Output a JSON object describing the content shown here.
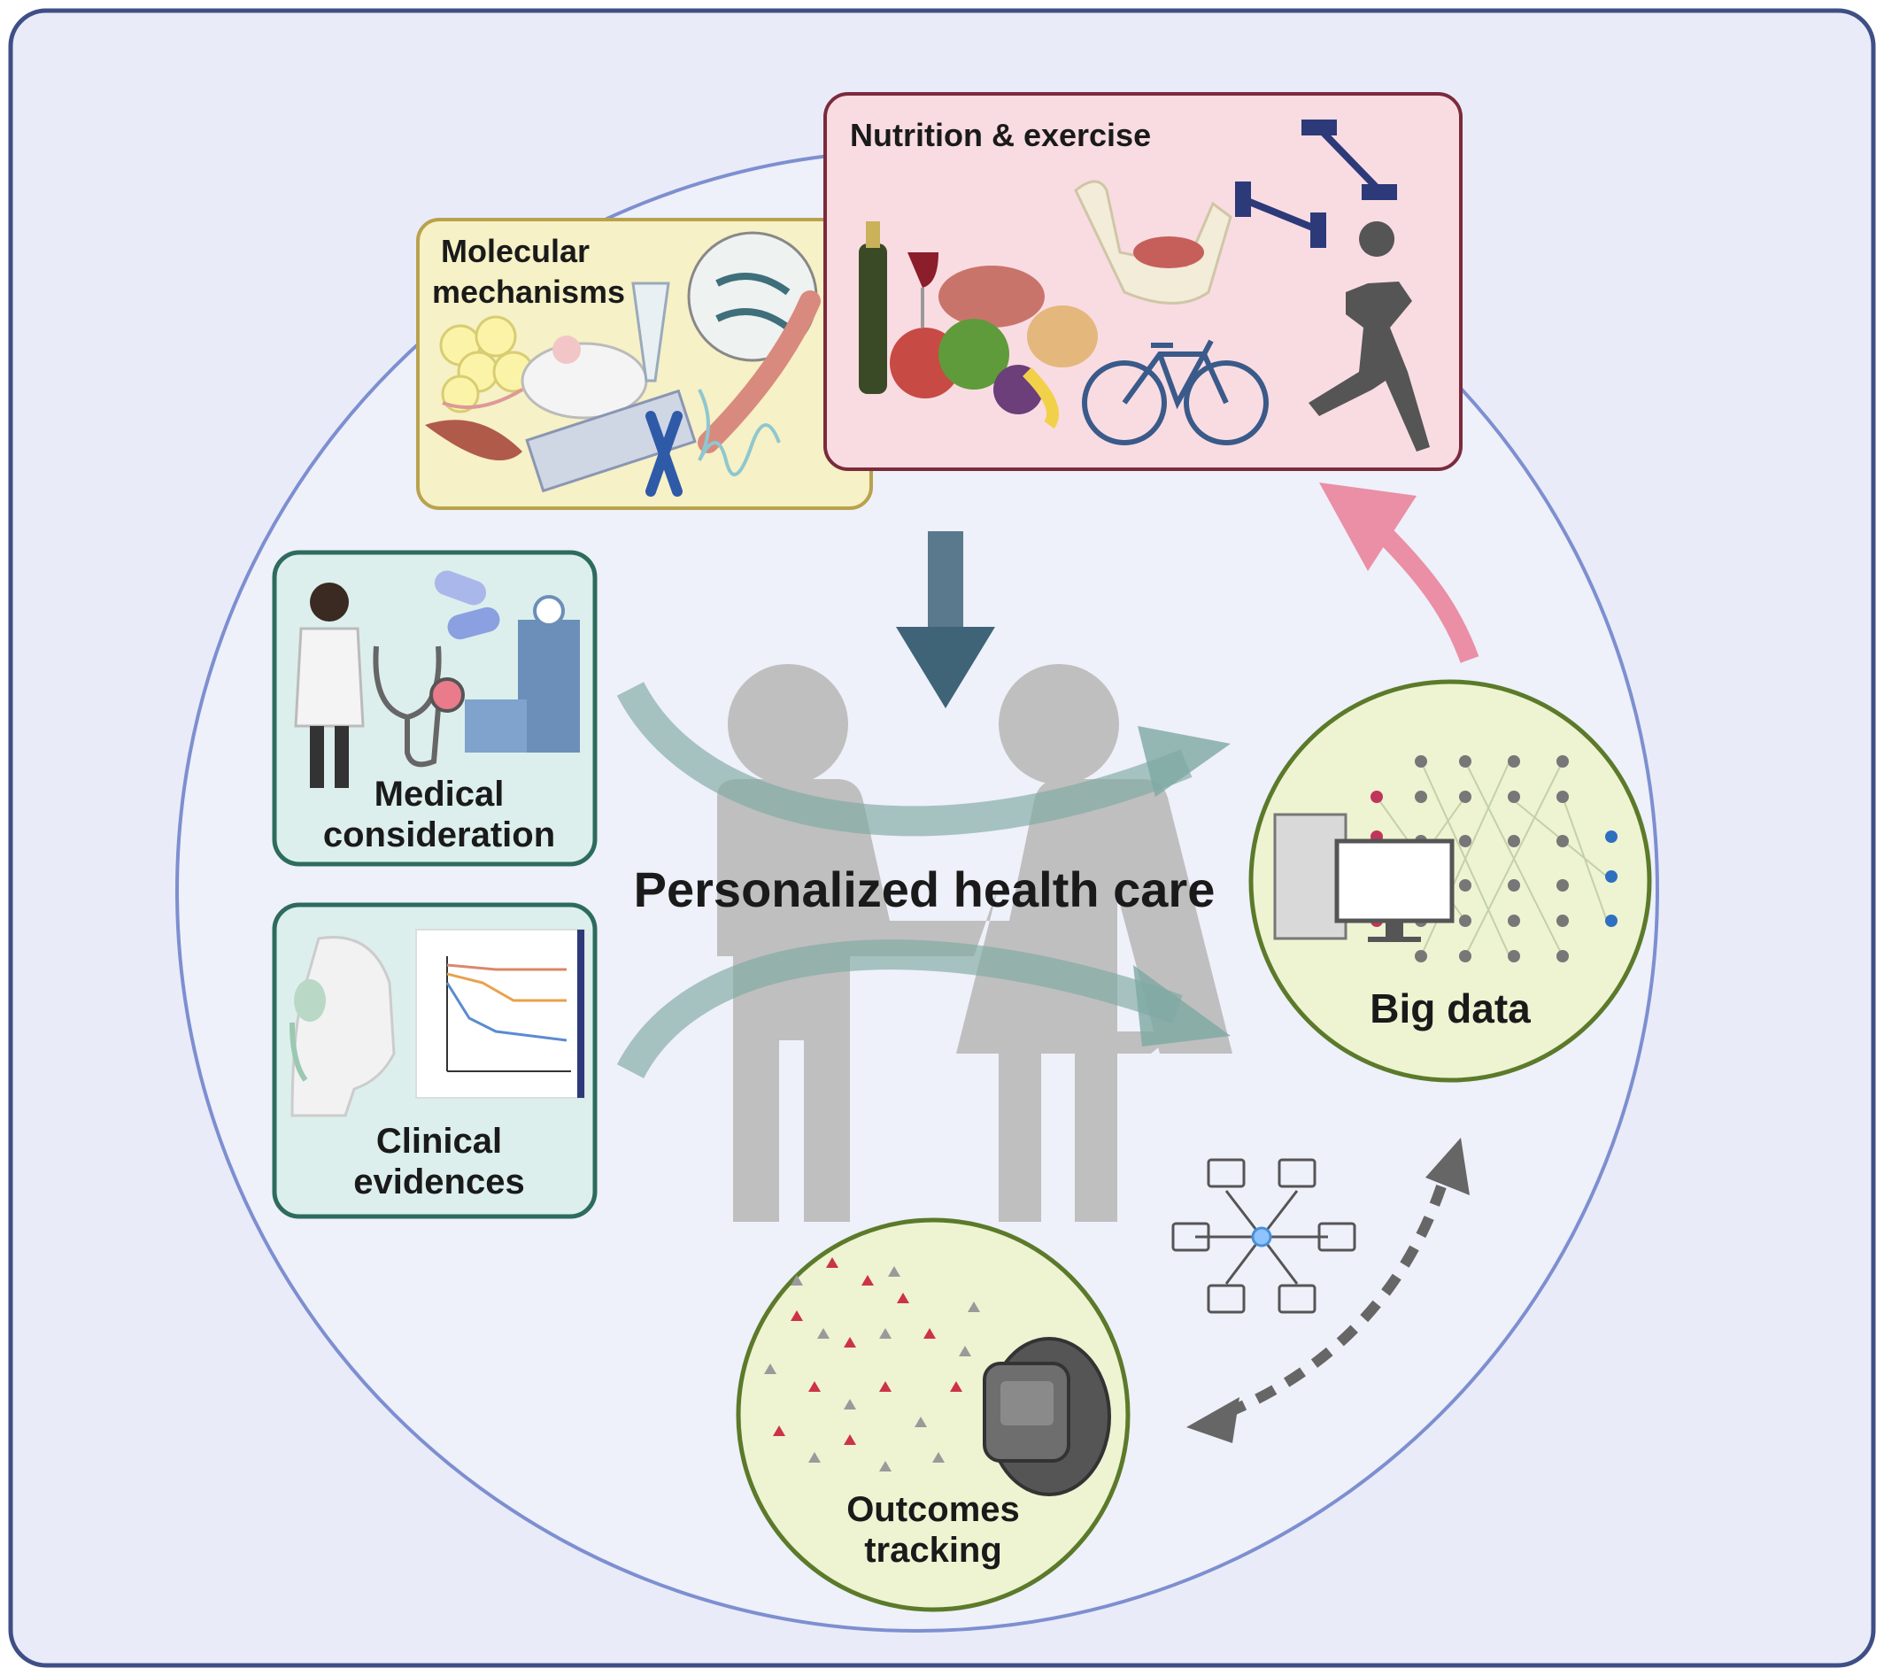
{
  "title": "Personalized health care",
  "panels": {
    "molecular": {
      "line1": "Molecular",
      "line2": "mechanisms"
    },
    "nutrition": {
      "label": "Nutrition & exercise"
    },
    "medical": {
      "line1": "Medical",
      "line2": "consideration"
    },
    "clinical": {
      "line1": "Clinical",
      "line2": "evidences"
    },
    "bigdata": {
      "label": "Big data"
    },
    "outcomes": {
      "line1": "Outcomes",
      "line2": "tracking"
    }
  },
  "colors": {
    "frame_bg": "#e9ecf8",
    "frame_border": "#3f4f86",
    "circle_border": "#7d8fd0",
    "molecular_fill": "#f6f1c6",
    "molecular_border": "#b9a24e",
    "nutrition_fill": "#f9dce2",
    "nutrition_border": "#7b2b3c",
    "teal_fill": "#dcefec",
    "teal_border": "#2d6b5e",
    "green_fill": "#eef3d2",
    "green_border": "#5b7a2a",
    "arrow_blue": "#3f6478",
    "arrow_pink": "#ea8fa5",
    "arrow_teal": "#7ea9a2",
    "people_grey": "#bfbfbf"
  },
  "icons": [
    "scientist-icon",
    "pill-icon",
    "stethoscope-icon",
    "hospital-icon",
    "patient-icon",
    "survival-chart-icon",
    "mouse-icon",
    "fat-cells-icon",
    "muscle-icon",
    "tube-icon",
    "chromosome-icon",
    "food-icon",
    "arm-icon",
    "dumbbell-icon",
    "runner-icon",
    "bicycle-icon",
    "computer-icon",
    "neural-network-icon",
    "network-icon",
    "smartwatch-icon",
    "people-icon"
  ]
}
